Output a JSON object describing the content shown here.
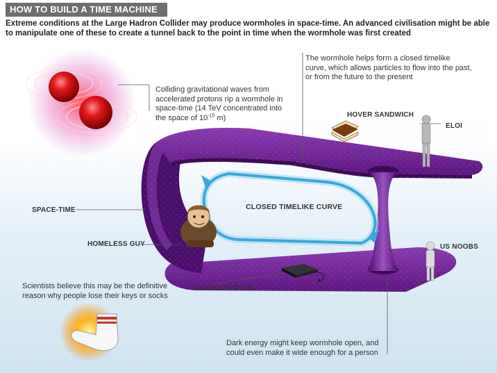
{
  "header": {
    "title": "HOW TO BUILD A TIME MACHINE",
    "intro": "Extreme conditions at the Large Hadron Collider may produce wormholes in space-time. An advanced civilisation might be able to manipulate one of these to create a tunnel back to the point in time when the wormhole was first created"
  },
  "notes": {
    "wormhole_part1": "Colliding gravitational waves from accelerated protons rip a wormhole in space-time (14 TeV concentrated into the space of 10",
    "wormhole_exp": "-15",
    "wormhole_part2": " m)",
    "closed_curve": "The wormhole helps form a closed timelike curve, which allows particles to flow into the past, or from the future to the present",
    "keys_socks": "Scientists believe this may be the definitive reason why people lose their keys or socks",
    "dark_energy": "Dark energy might keep wormhole open, and could even make it wide enough for a person"
  },
  "labels": {
    "hover_sandwich": "HOVER SANDWICH",
    "eloi": "ELOI",
    "space_time": "SPACE-TIME",
    "closed_timelike_curve": "CLOSED TIMELIKE CURVE",
    "homeless_guy": "HOMELESS GUY",
    "us_noobs": "US NOOBS",
    "hd_dvd_player": "HD-DVD PLAYER"
  },
  "colors": {
    "purple": "#6a1f8a",
    "purple_light": "#9a4fc0",
    "cyan": "#4ab6e0",
    "proton_red": "#d41f1f",
    "banner_gray": "#6e6e6e"
  }
}
